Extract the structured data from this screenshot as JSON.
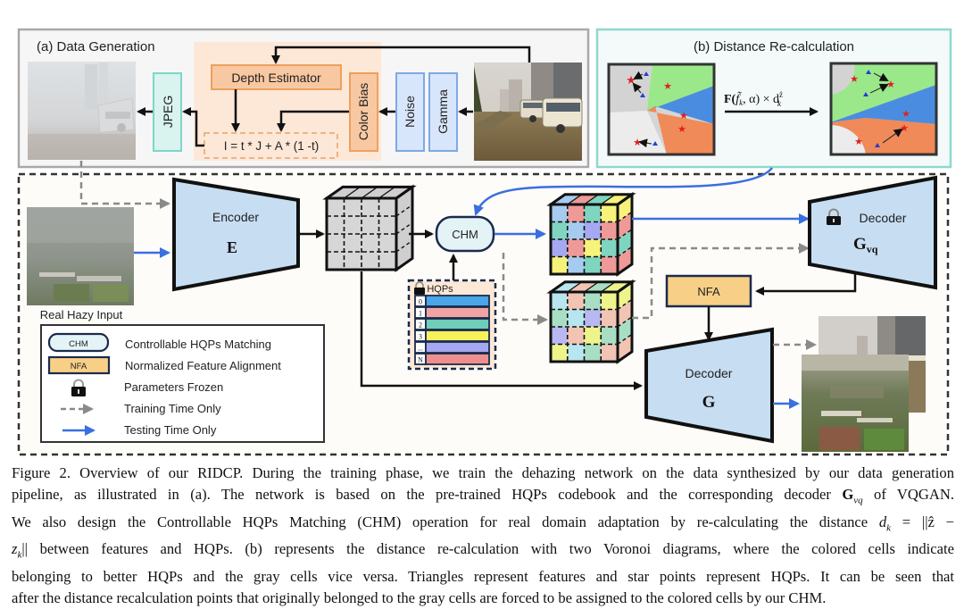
{
  "panel_a": {
    "title": "(a) Data Generation",
    "depth_estimator": "Depth Estimator",
    "formula": "I = t * J + A * (1 -t)",
    "jpeg": "JPEG",
    "color_bias": "Color Bias",
    "noise": "Noise",
    "gamma": "Gamma",
    "images": [
      {
        "name": "synthetic-hazy-image",
        "description": "hazy street with buses"
      },
      {
        "name": "clear-source-image",
        "description": "street with buses and buildings"
      }
    ]
  },
  "panel_b": {
    "title": "(b) Distance Re-calculation",
    "operator_label": "F(f̃_k, α) × d_k^ẑ",
    "operator_main": "F(",
    "operator_f": "f̃",
    "operator_k": "k",
    "operator_rest": ", α) × d",
    "operator_sup": "ẑ",
    "operator_sub": "k",
    "voronoi_colors": {
      "green": "#9ae88a",
      "blue": "#4a8de0",
      "orange": "#f08a58",
      "gray_dark": "#d3d3d3",
      "gray_light": "#ececec"
    }
  },
  "main": {
    "input_label": "Real Hazy Input",
    "encoder_label": "Encoder",
    "encoder_symbol": "E",
    "chm_label": "CHM",
    "hqps_label": "HQPs",
    "hqps_rows": [
      {
        "index": "0",
        "color": "#4aa6e6"
      },
      {
        "index": "1",
        "color": "#f0a3a3"
      },
      {
        "index": "2",
        "color": "#6fcdb8"
      },
      {
        "index": "3",
        "color": "#f8f25a"
      },
      {
        "index": "...",
        "color": "#a5a8f0"
      },
      {
        "index": "N",
        "color": "#ee8f8f"
      }
    ],
    "decoder_vq_label": "Decoder",
    "decoder_vq_symbol": "G",
    "decoder_vq_sub": "vq",
    "nfa_label": "NFA",
    "decoder_g_label": "Decoder",
    "decoder_g_symbol": "G"
  },
  "legend": {
    "items": [
      {
        "symbol": "CHM",
        "text": "Controllable HQPs Matching"
      },
      {
        "symbol": "NFA",
        "text": "Normalized Feature Alignment"
      },
      {
        "symbol": "lock-icon",
        "text": "Parameters Frozen"
      },
      {
        "symbol": "dashed-gray-arrow",
        "text": "Training Time Only"
      },
      {
        "symbol": "solid-blue-arrow",
        "text": "Testing Time Only"
      }
    ]
  },
  "colors": {
    "encoder_fill": "#c7ddf2",
    "chm_fill": "#e4f3f6",
    "nfa_fill": "#f7cf86",
    "orange_box": "#f5c49c",
    "orange_border": "#eda05e",
    "teal_box": "#d9f3ee",
    "teal_border": "#7fd6c8",
    "blue_box": "#d7e6fa",
    "blue_border": "#7fa8e6",
    "test_arrow": "#3a6fe0",
    "train_arrow": "#888888",
    "panel_b_border": "#8fd8cd"
  },
  "caption": {
    "lines": [
      "Figure 2. Overview of our RIDCP. During the training phase, we train the dehazing network on the data synthesized by our data generation",
      "pipeline, as illustrated in (a).  The network is based on the pre-trained HQPs codebook and the corresponding decoder ",
      "We also design the Controllable HQPs Matching (CHM) operation for real domain adaptation by re-calculating the distance ",
      "|| between features and HQPs.  (b) represents the distance re-calculation with two Voronoi diagrams, where the colored cells indicate",
      "belonging to better HQPs and the gray cells vice versa.  Triangles represent features and star points represent HQPs.  It can be seen that",
      "after the distance recalculation points that originally belonged to the gray cells are forced to be assigned to the colored cells by our CHM."
    ],
    "line2_tail": " of VQGAN.",
    "gvq_G": "G",
    "gvq_sub": "vq",
    "line3_math": "d",
    "line3_eq": " = ||ẑ −",
    "line4_z": "z",
    "line4_k": "k"
  }
}
